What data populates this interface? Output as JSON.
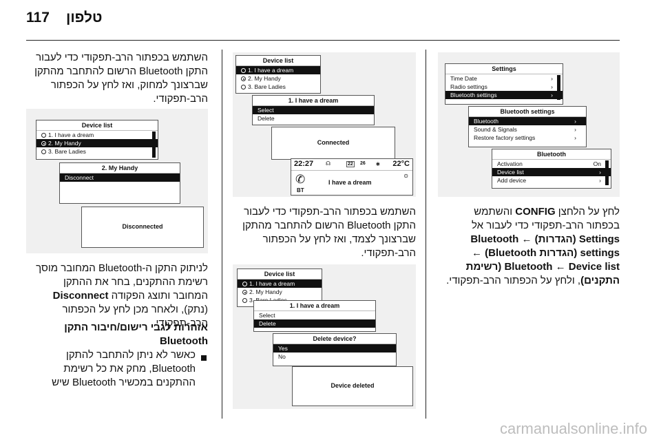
{
  "header": {
    "page_number": "117",
    "title": "טלפון"
  },
  "col_right": {
    "text_html": "לחץ על הלחצן <b>CONFIG</b> והשתמש בכפתור הרב-תפקודי כדי לעבור אל <b>Settings (הגדרות)</b> ← <b>Bluetooth settings (הגדרות Bluetooth)</b> ← <b>Bluetooth</b> ← <b>Device list (רשימת התקנים)</b>, ולחץ על הכפתור הרב-תפקודי.",
    "settings": {
      "title": "Settings",
      "items": [
        "Time Date",
        "Radio settings",
        "Bluetooth settings"
      ]
    },
    "bt_settings": {
      "title": "Bluetooth settings",
      "items": [
        "Bluetooth",
        "Sound & Signals",
        "Restore factory settings"
      ]
    },
    "bluetooth": {
      "title": "Bluetooth",
      "items": [
        "Activation",
        "Device list",
        "Add device"
      ],
      "activation_value": "On"
    }
  },
  "col_middle": {
    "top_list": {
      "title": "Device list",
      "items": [
        "1. I have a dream",
        "2. My Handy",
        "3. Bare Ladies"
      ]
    },
    "top_menu": {
      "title": "1. I have a dream",
      "items": [
        "Select",
        "Delete"
      ]
    },
    "connected": "Connected",
    "status": {
      "time": "22:27",
      "temp": "22°C",
      "bt": "BT",
      "track": "I have a dream",
      "mini": [
        "22",
        "26"
      ]
    },
    "text": "השתמש בכפתור הרב-תפקודי כדי לעבור התקן Bluetooth הרשום להתחבר מהתקן שברצונך לצמד, ואז לחץ על הכפתור הרב-תפקודי.",
    "bottom_list": {
      "title": "Device list",
      "items": [
        "1. I have a dream",
        "2. My Handy",
        "3. Bare Ladies"
      ]
    },
    "bottom_menu": {
      "title": "1. I have a dream",
      "items": [
        "Select",
        "Delete"
      ]
    },
    "delete_dialog": {
      "title": "Delete device?",
      "items": [
        "Yes",
        "No"
      ]
    },
    "deleted": "Device deleted"
  },
  "col_left": {
    "text1": "השתמש בכפתור הרב-תפקודי כדי לעבור התקן Bluetooth הרשום להתחבר מהתקן שברצונך למחוק, ואז לחץ על הכפתור הרב-תפקודי.",
    "list": {
      "title": "Device list",
      "items": [
        "1. I have a dream",
        "2. My Handy",
        "3. Bare Ladies"
      ]
    },
    "menu": {
      "title": "2. My Handy",
      "items": [
        "Disconnect"
      ]
    },
    "disconnected": "Disconnected",
    "text2_html": "לניתוק התקן ה-Bluetooth המחובר מוסך רשימת ההתקנים, בחר את ההתקן המחובר ותוצג הפקודה <b>Disconnect</b> (נתק), ולאחר מכן לחץ על הכפתור הרב-תפקודי.",
    "warning_title": "אזהרות לגבי רישום/חיבור התקן Bluetooth",
    "bullet_text": "כאשר לא ניתן להתחבר להתקן Bluetooth, מחק את כל רשימת ההתקנים במכשיר Bluetooth שיש"
  },
  "watermark": "carmanualsonline.info"
}
